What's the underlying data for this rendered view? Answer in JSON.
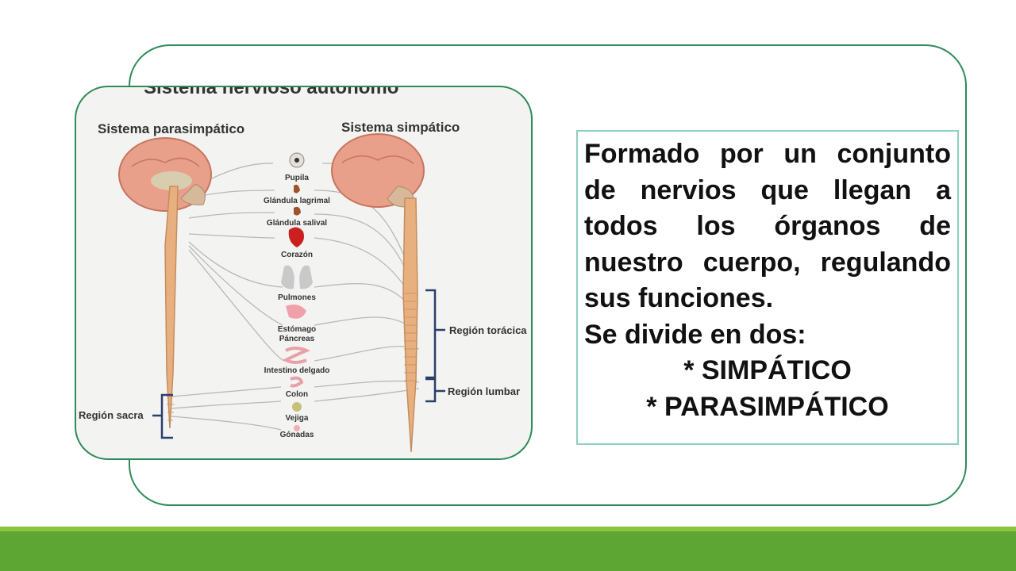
{
  "figure": {
    "heading": "Sistema nervioso autónomo",
    "left_title": "Sistema parasimpático",
    "right_title": "Sistema simpático",
    "organs": [
      "Pupila",
      "Glándula lagrimal",
      "Glándula salival",
      "Corazón",
      "Pulmones",
      "Estómago",
      "Páncreas",
      "Intestino delgado",
      "Colon",
      "Vejiga",
      "Gónadas"
    ],
    "regions": {
      "toracica": "Región torácica",
      "lumbar": "Región lumbar",
      "sacra": "Región sacra"
    }
  },
  "description": "Formado por un conjunto de nervios que llegan a todos los órganos de nuestro cuerpo, regulando sus funciones.",
  "divide_line": "Se divide en dos:",
  "divisions": [
    "* SIMPÁTICO",
    "* PARASIMPÁTICO"
  ],
  "colors": {
    "frame": "#2e8b57",
    "text_box_border": "#8fcfc2",
    "bar_light": "#8cc63f",
    "bar_dark": "#5ea633",
    "brain": "#e8a08a",
    "spine": "#e8b07e"
  }
}
